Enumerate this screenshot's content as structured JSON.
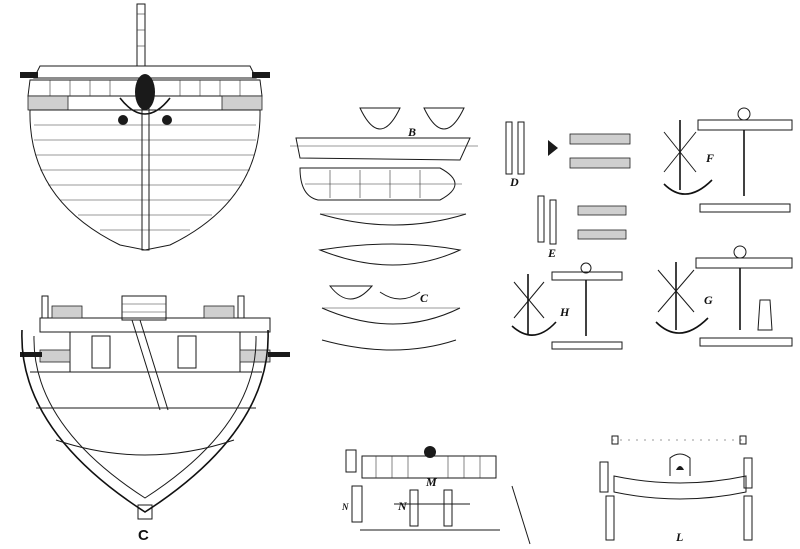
{
  "labels": {
    "stern_section": "C",
    "boat_b": "B",
    "boat_c": "C",
    "gun_d": "D",
    "gun_e": "E",
    "anchor_f": "F",
    "anchor_g": "G",
    "anchor_h": "H",
    "belfry_m": "M",
    "belfry_n": "N",
    "belfry_n_small": "N",
    "belfry_l": "L"
  }
}
